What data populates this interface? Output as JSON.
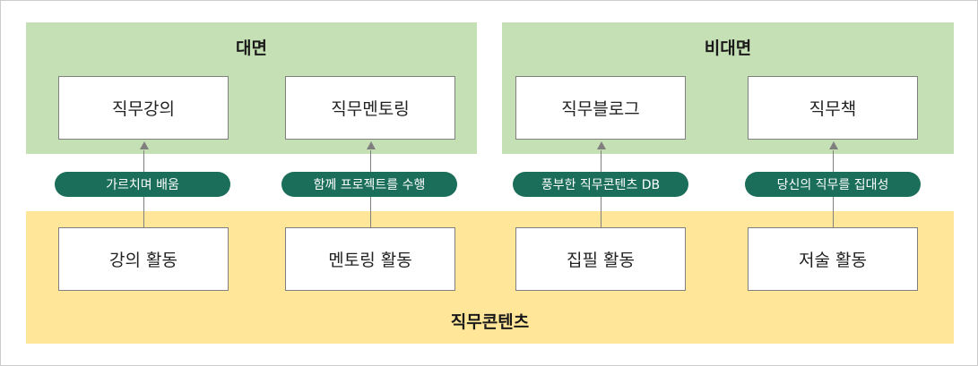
{
  "panels": {
    "offline": {
      "title": "대면"
    },
    "online": {
      "title": "비대면"
    },
    "content": {
      "title": "직무콘텐츠"
    }
  },
  "top_boxes": [
    "직무강의",
    "직무멘토링",
    "직무블로그",
    "직무책"
  ],
  "bottom_boxes": [
    "강의 활동",
    "멘토링 활동",
    "집필 활동",
    "저술 활동"
  ],
  "pills": [
    "가르치며 배움",
    "함께 프로젝트를 수행",
    "풍부한 직무콘텐츠 DB",
    "당신의 직무를 집대성"
  ],
  "colors": {
    "green_panel": "#c5e0b4",
    "yellow_panel": "#ffe699",
    "pill": "#1b6e5a",
    "border": "#7f7f7f"
  }
}
